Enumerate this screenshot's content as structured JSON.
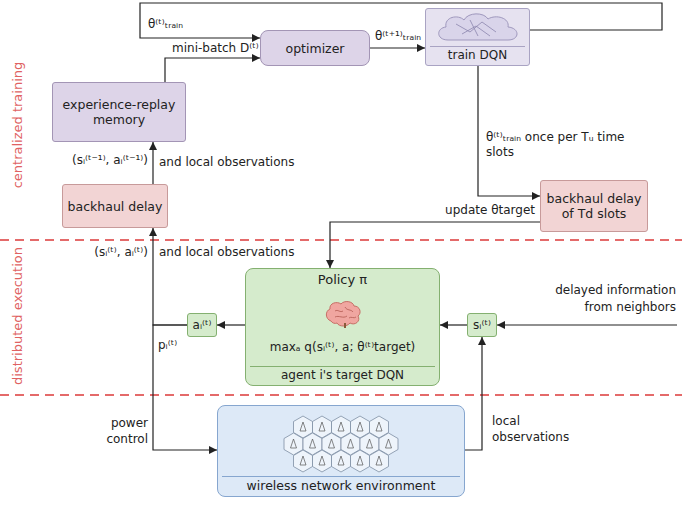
{
  "diagram": {
    "nodes": [
      {
        "text": [
          "experience-replay memory"
        ]
      },
      {
        "text": [
          "optimizer"
        ]
      },
      {
        "text": [
          "train DQN"
        ]
      },
      {
        "text": [
          "backhaul delay"
        ]
      },
      {
        "text": [
          "backhaul delay of Td slots"
        ]
      },
      {
        "text": [
          "Policy π",
          "maxₐ q(sᵢ⁽ᵗ⁾, a; θ⁽ᵗ⁾target)",
          "agent i's target DQN"
        ]
      },
      {
        "text": [
          "aᵢ⁽ᵗ⁾"
        ]
      },
      {
        "text": [
          "sᵢ⁽ᵗ⁾"
        ]
      },
      {
        "text": [
          "wireless network environment"
        ]
      }
    ],
    "edges": [
      {
        "from": 0,
        "to": 1,
        "label": "mini-batch D⁽ᵗ⁾",
        "arrow": "to"
      },
      {
        "from": 2,
        "to": 1,
        "label": "θ⁽ᵗ⁾ₜᵣₐᵢₙ",
        "arrow": "to"
      },
      {
        "from": 1,
        "to": 2,
        "label": "θ⁽ᵗ⁺¹⁾ₜᵣₐᵢₙ",
        "arrow": "to"
      },
      {
        "from": 2,
        "to": 4,
        "label": "θ⁽ᵗ⁾ₜᵣₐᵢₙ once per Tᵤ time slots",
        "arrow": "to"
      },
      {
        "from": 4,
        "to": 5,
        "label": "update θtarget",
        "arrow": "to"
      },
      {
        "from": 7,
        "to": 5,
        "arrow": "to"
      },
      {
        "from": 5,
        "to": 6,
        "arrow": "to"
      },
      {
        "from": 6,
        "to": 3,
        "label": "(sᵢ⁽ᵗ⁾, aᵢ⁽ᵗ⁾)",
        "arrow": "to"
      },
      {
        "from": 3,
        "to": 0,
        "label": "(sᵢ⁽ᵗ⁻¹⁾, aᵢ⁽ᵗ⁻¹⁾)",
        "arrow": "to"
      },
      {
        "from": 6,
        "to": 8,
        "label": "pᵢ⁽ᵗ⁾",
        "arrow": "to"
      },
      {
        "from": 8,
        "to": 7,
        "arrow": "to"
      }
    ],
    "labels": [
      "centralized training",
      "distributed execution",
      "and local observations",
      "and local observations",
      "delayed information",
      "from neighbors",
      "power",
      "control",
      "local",
      "observations"
    ]
  }
}
